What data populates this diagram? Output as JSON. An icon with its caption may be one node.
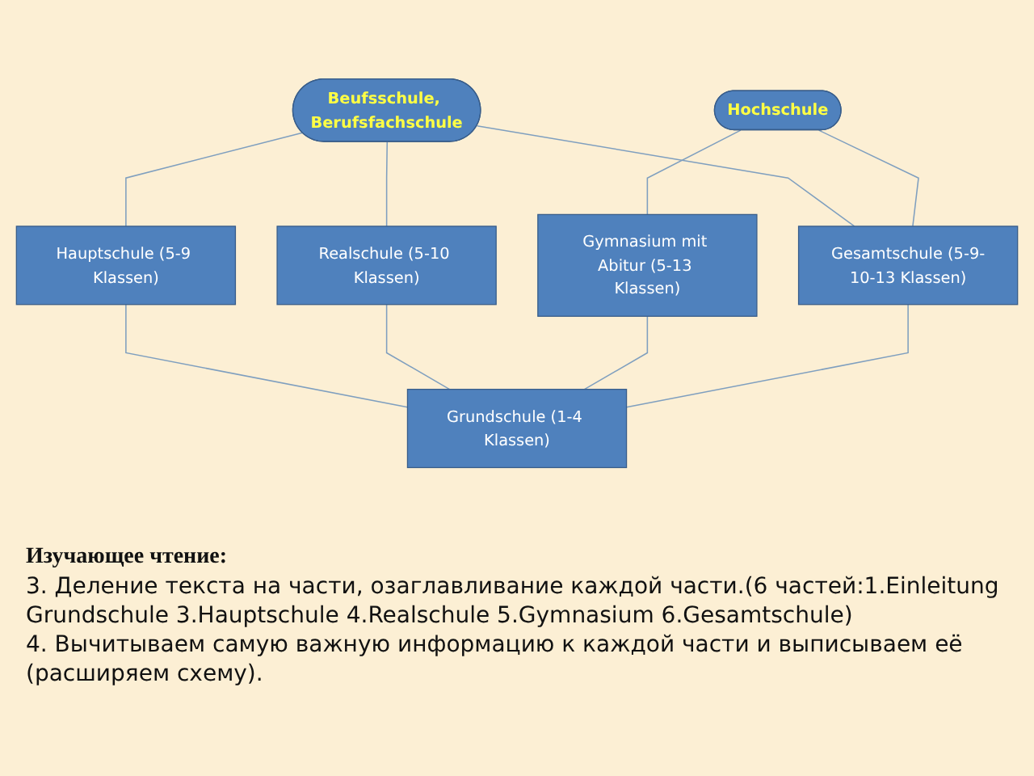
{
  "diagram": {
    "nodes": [
      {
        "text": [
          "Beufsschule, Berufsfachschule"
        ]
      },
      {
        "text": [
          "Hochschule"
        ]
      },
      {
        "text": [
          "Hauptschule (5-9 Klassen)"
        ]
      },
      {
        "text": [
          "Realschule (5-10 Klassen)"
        ]
      },
      {
        "text": [
          "Gymnasium mit Abitur (5-13 Klassen)"
        ]
      },
      {
        "text": [
          "Gesamtschule (5-9-10-13 Klassen)"
        ]
      },
      {
        "text": [
          "Grundschule (1-4 Klassen)"
        ]
      }
    ],
    "edges": [
      {
        "from": 0,
        "to": 2,
        "arrow": "none"
      },
      {
        "from": 0,
        "to": 3,
        "arrow": "none"
      },
      {
        "from": 0,
        "to": 5,
        "arrow": "none"
      },
      {
        "from": 1,
        "to": 4,
        "arrow": "none"
      },
      {
        "from": 1,
        "to": 5,
        "arrow": "none"
      },
      {
        "from": 2,
        "to": 6,
        "arrow": "none"
      },
      {
        "from": 3,
        "to": 6,
        "arrow": "none"
      },
      {
        "from": 4,
        "to": 6,
        "arrow": "none"
      },
      {
        "from": 5,
        "to": 6,
        "arrow": "none"
      }
    ],
    "labels": [
      "Изучающее чтение:",
      "3. Деление текста на части, озаглавливание каждой части.(6 частей:1.Einleitung Grundschule 3.Hauptschule 4.Realschule 5.Gymnasium 6.Gesamtschule)",
      "4. Вычитываем самую важную информацию к каждой части и выписываем её (расширяем схему)."
    ]
  }
}
